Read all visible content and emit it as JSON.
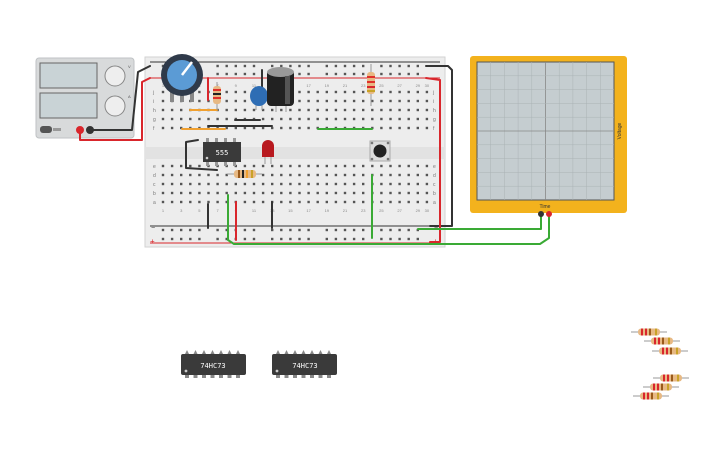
{
  "power_supply": {
    "readout_voltage": "",
    "readout_current": "",
    "knob_label_voltage": "V",
    "knob_label_current": "A"
  },
  "chips": {
    "timer_label": "555",
    "flipflop_a_label": "74HC73",
    "flipflop_b_label": "74HC73"
  },
  "breadboard": {
    "row_letters_top": [
      "j",
      "i",
      "h",
      "g",
      "f"
    ],
    "row_letters_bottom": [
      "e",
      "d",
      "c",
      "b",
      "a"
    ],
    "col_numbers": [
      "1",
      "3",
      "5",
      "7",
      "9",
      "11",
      "13",
      "15",
      "17",
      "19",
      "21",
      "23",
      "25",
      "27",
      "29",
      "30"
    ],
    "rail_minus": "−",
    "rail_plus": "+"
  },
  "oscilloscope": {
    "x_label": "Time",
    "y_label": "Voltage"
  },
  "colors": {
    "wire_red": "#d9262c",
    "wire_black": "#333333",
    "wire_green": "#3aaa35",
    "wire_orange": "#f0a030",
    "scope_frame": "#f3b21d",
    "scope_screen": "#c5cdd0",
    "chip_body": "#3a3a3a",
    "breadboard": "#eeeeee"
  }
}
